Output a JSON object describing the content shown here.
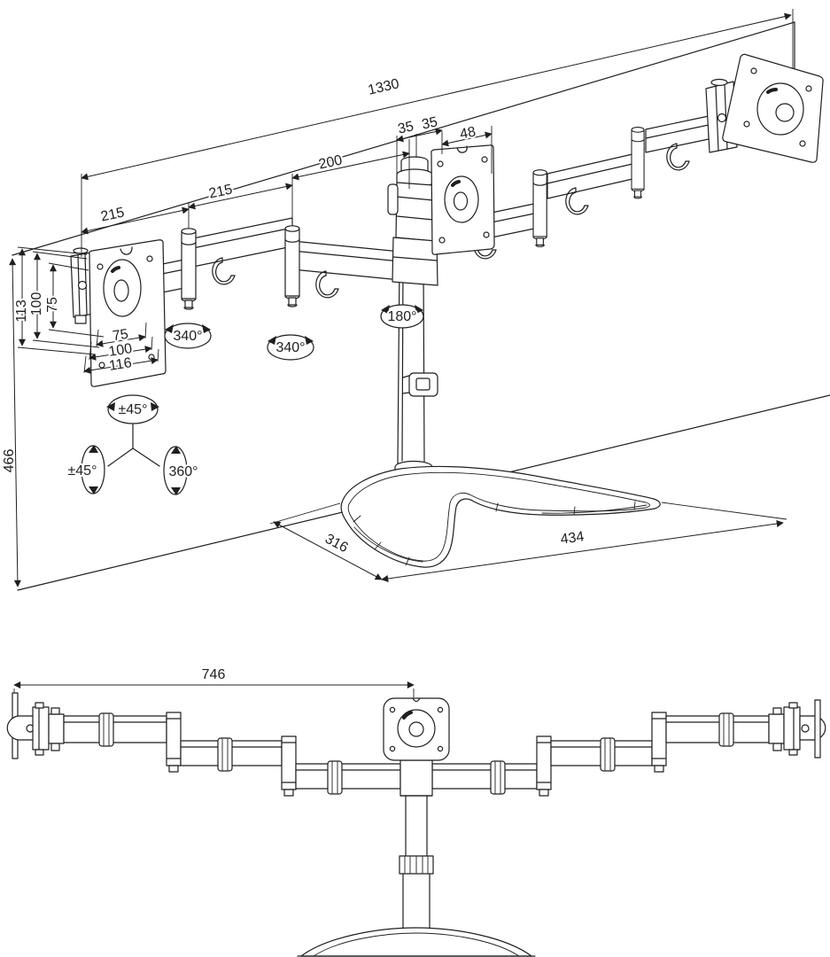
{
  "perspective_view": {
    "dim_total_rail_width": "1330",
    "dim_arm_segment_left": "215",
    "dim_arm_segment_mid": "215",
    "dim_arm_segment_center": "200",
    "dim_pole_offset_left": "35",
    "dim_pole_offset_right": "35",
    "dim_head_width": "48",
    "dim_plate_height_overall": "113",
    "dim_vesa_height_100": "100",
    "dim_vesa_height_75": "75",
    "dim_vesa_width_75": "75",
    "dim_vesa_width_100": "100",
    "dim_plate_width_overall": "116",
    "rot_joint_left": "340°",
    "rot_joint_mid": "340°",
    "rot_pole": "180°",
    "rot_tilt_vertical": "±45°",
    "rot_tilt_lateral": "±45°",
    "rot_swivel": "360°",
    "dim_height_overall": "466",
    "dim_base_depth": "316",
    "dim_base_width": "434"
  },
  "front_view": {
    "dim_center_to_end": "746"
  },
  "colors": {
    "line": "#1f1f1f",
    "background": "#ffffff"
  }
}
